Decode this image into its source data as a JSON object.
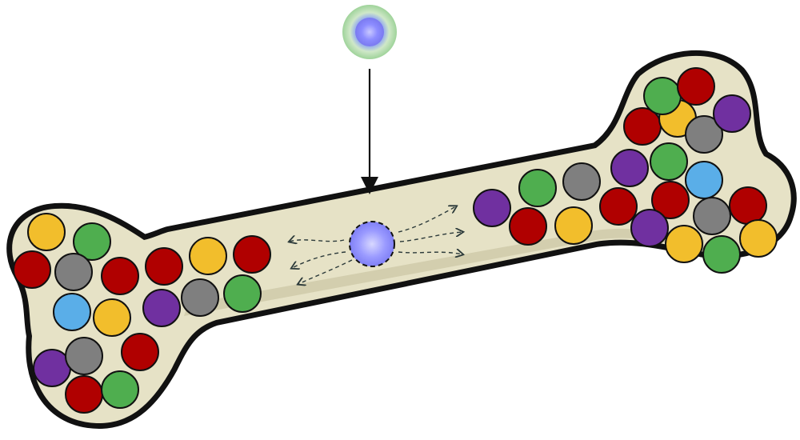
{
  "diagram": {
    "colors": {
      "bone_fill": "#e6e2c6",
      "bone_shadow": "#cfcaa9",
      "bone_outline": "#111111",
      "red": "#b00000",
      "green": "#4fae4f",
      "grey": "#7f7f7f",
      "yellow": "#f2be2c",
      "blue": "#5aaee8",
      "purple": "#7030a0",
      "injected_cell_core": "#8c8cff",
      "injected_cell_halo": "#a8d8a0",
      "arrow": "#222222"
    },
    "cell_legend_icons": [
      "red-cell",
      "green-cell",
      "grey-cell",
      "yellow-cell",
      "blue-cell",
      "purple-cell"
    ],
    "incoming_cell": {
      "icon": "cell-with-halo-icon"
    },
    "homing_cell": {
      "icon": "dashed-cell-icon"
    },
    "migration_arrows": {
      "icon": "dashed-arrow-icon",
      "count": 6
    }
  }
}
